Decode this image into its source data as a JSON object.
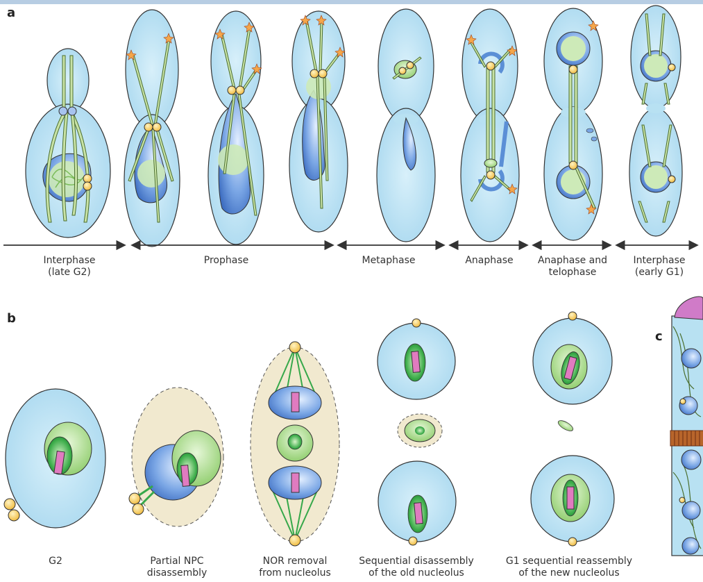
{
  "panels": {
    "a": "a",
    "b": "b",
    "c": "c"
  },
  "phase_labels": [
    {
      "line1": "Interphase",
      "line2": "(late G2)"
    },
    {
      "line1": "Prophase",
      "line2": ""
    },
    {
      "line1": "Metaphase",
      "line2": ""
    },
    {
      "line1": "Anaphase",
      "line2": ""
    },
    {
      "line1": "Anaphase and",
      "line2": "telophase"
    },
    {
      "line1": "Interphase",
      "line2": "(early G1)"
    }
  ],
  "stage_labels": [
    {
      "line1": "G2",
      "line2": ""
    },
    {
      "line1": "Partial NPC",
      "line2": "disassembly"
    },
    {
      "line1": "NOR removal",
      "line2": "from nucleolus"
    },
    {
      "line1": "Sequential disassembly",
      "line2": "of the old nucleolus"
    },
    {
      "line1": "G1 sequential reassembly",
      "line2": "of the new nucleolus"
    }
  ],
  "colors": {
    "cell": "#b8e1f2",
    "nucleus": "#5b8fd6",
    "nucleolus": "#9fd67e",
    "nor": "#e06bb8",
    "spb": "#f5c84c",
    "spindle": "#c9e3a6",
    "envelope_removed": "#f1e9cf"
  }
}
